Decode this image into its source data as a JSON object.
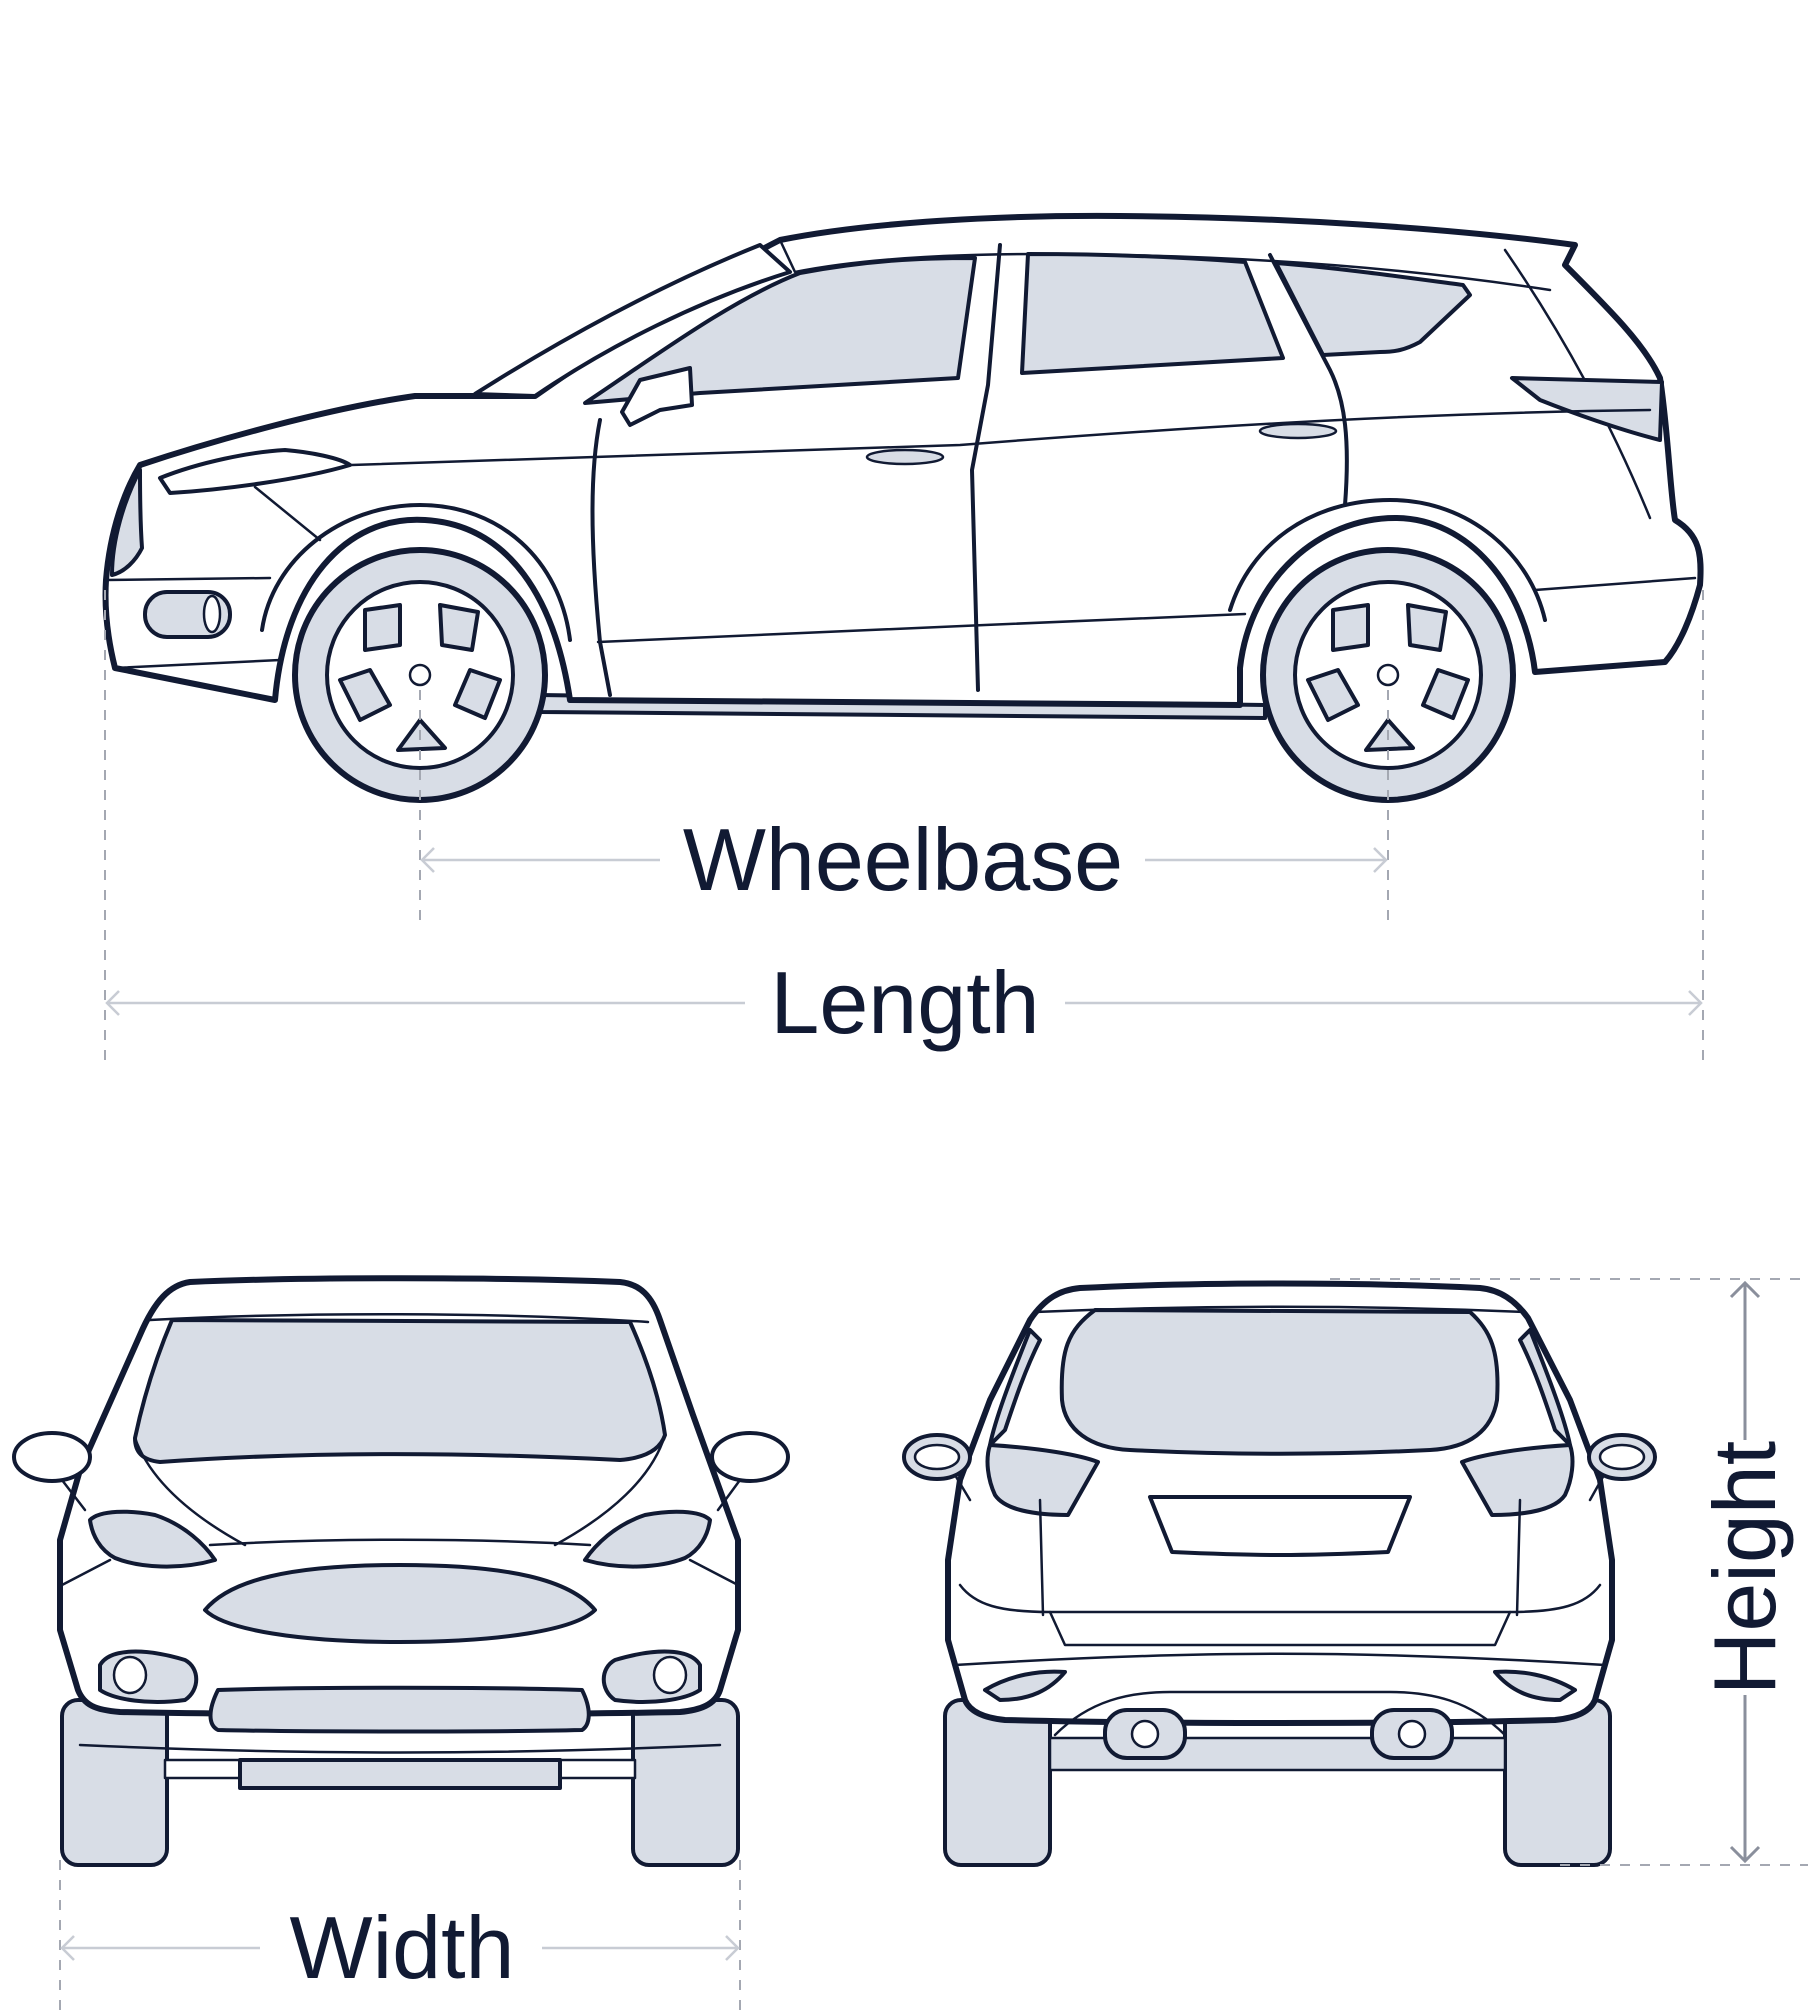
{
  "dimensions": {
    "wheelbase_label": "Wheelbase",
    "length_label": "Length",
    "width_label": "Width",
    "height_label": "Height"
  },
  "colors": {
    "outline": "#111a33",
    "fill_light": "#d8dde6",
    "dimension_line": "#c8ccd4",
    "background": "#ffffff"
  }
}
